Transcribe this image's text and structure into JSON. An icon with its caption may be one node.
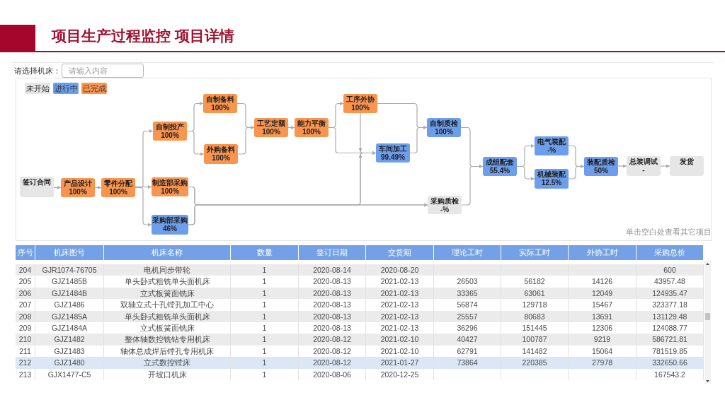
{
  "diagram": {
    "title": "项目生产过程监控 项目详情",
    "nodes": [
      {
        "text": [
          "签订合同"
        ]
      },
      {
        "text": [
          "产品设计",
          "100%"
        ]
      },
      {
        "text": [
          "零件分配",
          "100%"
        ]
      },
      {
        "text": [
          "自制投产",
          "100%"
        ]
      },
      {
        "text": [
          "制造部采购",
          "100%"
        ]
      },
      {
        "text": [
          "采购部采购",
          "46%"
        ]
      },
      {
        "text": [
          "自制备料",
          "100%"
        ]
      },
      {
        "text": [
          "外购备料",
          "100%"
        ]
      },
      {
        "text": [
          "工艺定额",
          "100%"
        ]
      },
      {
        "text": [
          "能力平衡",
          "100%"
        ]
      },
      {
        "text": [
          "工序外协",
          "100%"
        ]
      },
      {
        "text": [
          "车间加工",
          "99.49%"
        ]
      },
      {
        "text": [
          "自制质检",
          "100%"
        ]
      },
      {
        "text": [
          "采购质检",
          "-%"
        ]
      },
      {
        "text": [
          "成组配套",
          "55.4%"
        ]
      },
      {
        "text": [
          "电气装配",
          "-%"
        ]
      },
      {
        "text": [
          "机械装配",
          "12.5%"
        ]
      },
      {
        "text": [
          "装配质检",
          "50%"
        ]
      },
      {
        "text": [
          "总装调试",
          "-"
        ]
      },
      {
        "text": [
          "发货"
        ]
      }
    ],
    "edges": [
      {
        "from": 0,
        "to": 1,
        "arrow": "to"
      },
      {
        "from": 1,
        "to": 2,
        "arrow": "to"
      },
      {
        "from": 2,
        "to": 3,
        "arrow": "to"
      },
      {
        "from": 2,
        "to": 4,
        "arrow": "to"
      },
      {
        "from": 2,
        "to": 5,
        "arrow": "to"
      },
      {
        "from": 3,
        "to": 6,
        "arrow": "to"
      },
      {
        "from": 3,
        "to": 7,
        "arrow": "to"
      },
      {
        "from": 4,
        "to": 13,
        "arrow": "to"
      },
      {
        "from": 4,
        "to": 11,
        "arrow": "to"
      },
      {
        "from": 5,
        "to": 13,
        "arrow": "to"
      },
      {
        "from": 5,
        "to": 11,
        "arrow": "to"
      },
      {
        "from": 6,
        "to": 8,
        "arrow": "to"
      },
      {
        "from": 7,
        "to": 8,
        "arrow": "to"
      },
      {
        "from": 8,
        "to": 9,
        "arrow": "to"
      },
      {
        "from": 9,
        "to": 10,
        "arrow": "to"
      },
      {
        "from": 9,
        "to": 11,
        "arrow": "to"
      },
      {
        "from": 10,
        "to": 12,
        "arrow": "to"
      },
      {
        "from": 10,
        "to": 11,
        "arrow": "to"
      },
      {
        "from": 11,
        "to": 12,
        "arrow": "to"
      },
      {
        "from": 12,
        "to": 14,
        "arrow": "to"
      },
      {
        "from": 13,
        "to": 14,
        "arrow": "to"
      },
      {
        "from": 14,
        "to": 15,
        "arrow": "to"
      },
      {
        "from": 14,
        "to": 16,
        "arrow": "to"
      },
      {
        "from": 15,
        "to": 17,
        "arrow": "to"
      },
      {
        "from": 16,
        "to": 17,
        "arrow": "to"
      },
      {
        "from": 17,
        "to": 18,
        "arrow": "to"
      },
      {
        "from": 18,
        "to": 19,
        "arrow": "to"
      }
    ],
    "labels": [
      "请选择机床：",
      "请输入内容",
      "单击空白处查看其它项目",
      "序号",
      "机床图号",
      "机床名称",
      "数量",
      "签订日期",
      "交货期",
      "理论工时",
      "实际工时",
      "外协工时",
      "采购总价",
      "204",
      "GJR1074-76705",
      "电机同步带轮",
      "1",
      "2020-08-14",
      "2020-08-20",
      "600",
      "205",
      "GJZ1485B",
      "单头卧式粗铣单头面机床",
      "1",
      "2020-08-13",
      "2021-02-13",
      "26503",
      "56182",
      "14126",
      "43957.48",
      "206",
      "GJZ1484B",
      "立式板簧面铣床",
      "1",
      "2020-08-13",
      "2021-02-13",
      "33365",
      "63061",
      "12049",
      "124935.47",
      "207",
      "GJZ1486",
      "双轴立式十孔镗孔加工中心",
      "1",
      "2020-08-13",
      "2021-02-13",
      "56874",
      "129718",
      "15467",
      "323377.18",
      "208",
      "GJZ1485A",
      "单头卧式粗铣单头面机床",
      "1",
      "2020-08-13",
      "2021-02-13",
      "25557",
      "80683",
      "13691",
      "131129.48",
      "209",
      "GJZ1484A",
      "立式板簧面铣床",
      "1",
      "2020-08-13",
      "2021-02-13",
      "36296",
      "151445",
      "12306",
      "124088.77",
      "210",
      "GJZ1482",
      "整体轴数控铣钻专用机床",
      "1",
      "2020-08-12",
      "2021-02-10",
      "40427",
      "100787",
      "9219",
      "586721.81",
      "211",
      "GJZ1483",
      "轴体总成焊后镗孔专用机床",
      "1",
      "2020-08-12",
      "2021-02-10",
      "62791",
      "141482",
      "15064",
      "781519.85",
      "212",
      "GJZ1480",
      "立式数控镗床",
      "1",
      "2020-08-12",
      "2021-01-27",
      "73864",
      "220385",
      "27978",
      "332650.66",
      "213",
      "GJX1477-C5",
      "开坡口机床",
      "1",
      "2020-08-06",
      "2020-12-25",
      "167543.2"
    ],
    "legend": [
      {
        "text": "未开始",
        "color": "#e6e6e6"
      },
      {
        "text": "进行中",
        "color": "#6d9eeb"
      },
      {
        "text": "已完成",
        "color": "#fa9550"
      }
    ]
  }
}
